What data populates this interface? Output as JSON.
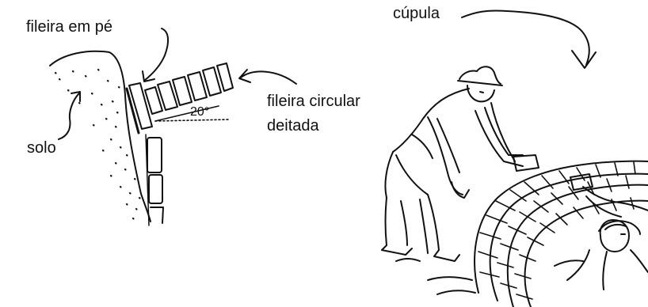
{
  "labels": {
    "standing_row": "fileira em pé",
    "soil": "solo",
    "circular_row_line1": "fileira circular",
    "circular_row_line2": "deitada",
    "angle": "20°",
    "dome": "cúpula"
  },
  "colors": {
    "ink": "#111111",
    "background": "#ffffff"
  }
}
